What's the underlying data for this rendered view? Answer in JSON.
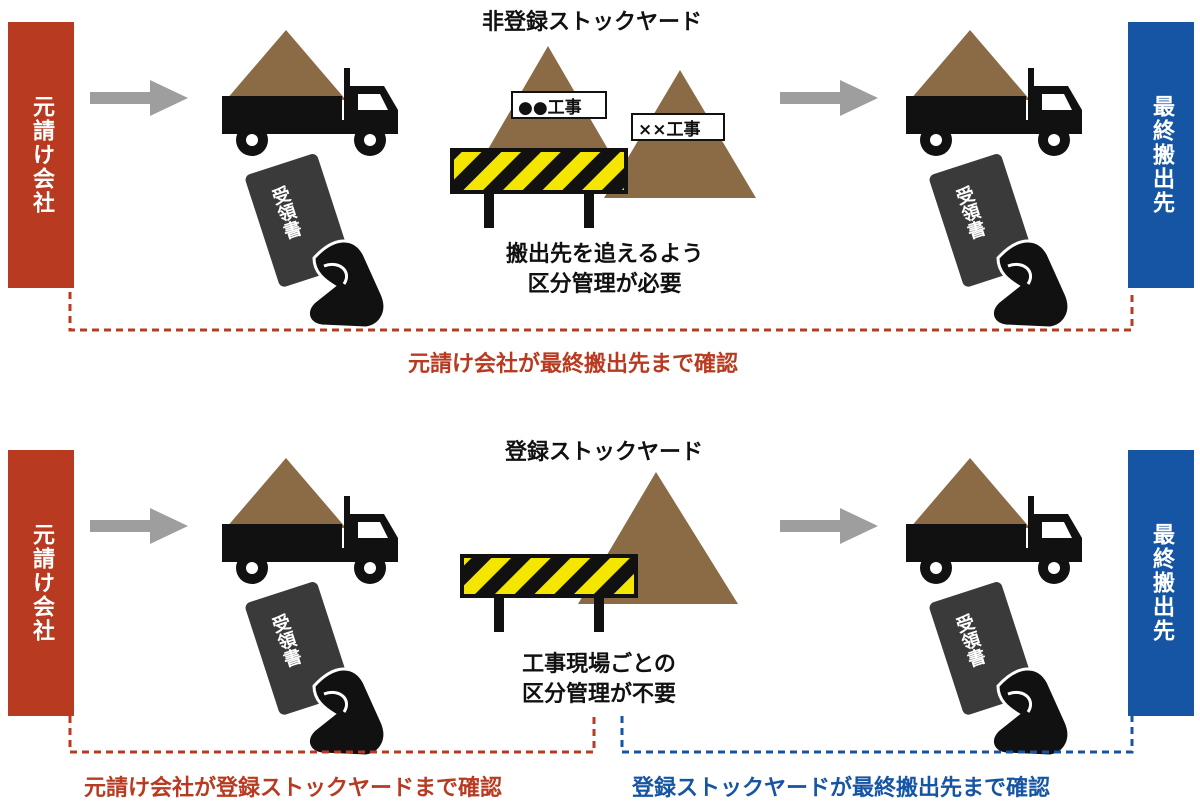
{
  "colors": {
    "red": "#b83a20",
    "blue": "#1655a4",
    "sand": "#8a6b45",
    "black": "#111111",
    "stripe": "#f5e600",
    "arrow": "#9e9e9e"
  },
  "top": {
    "title": "非登録ストックヤード",
    "left_box": "元請け会社",
    "right_box": "最終搬出先",
    "sign1": "●●工事",
    "sign2": "××工事",
    "note_line1": "搬出先を追えるよう",
    "note_line2": "区分管理が必要",
    "receipt_label": "受領書",
    "caption": "元請け会社が最終搬出先まで確認"
  },
  "bottom": {
    "title": "登録ストックヤード",
    "left_box": "元請け会社",
    "right_box": "最終搬出先",
    "note_line1": "工事現場ごとの",
    "note_line2": "区分管理が不要",
    "receipt_label": "受領書",
    "caption_left": "元請け会社が登録ストックヤードまで確認",
    "caption_right": "登録ストックヤードが最終搬出先まで確認"
  }
}
